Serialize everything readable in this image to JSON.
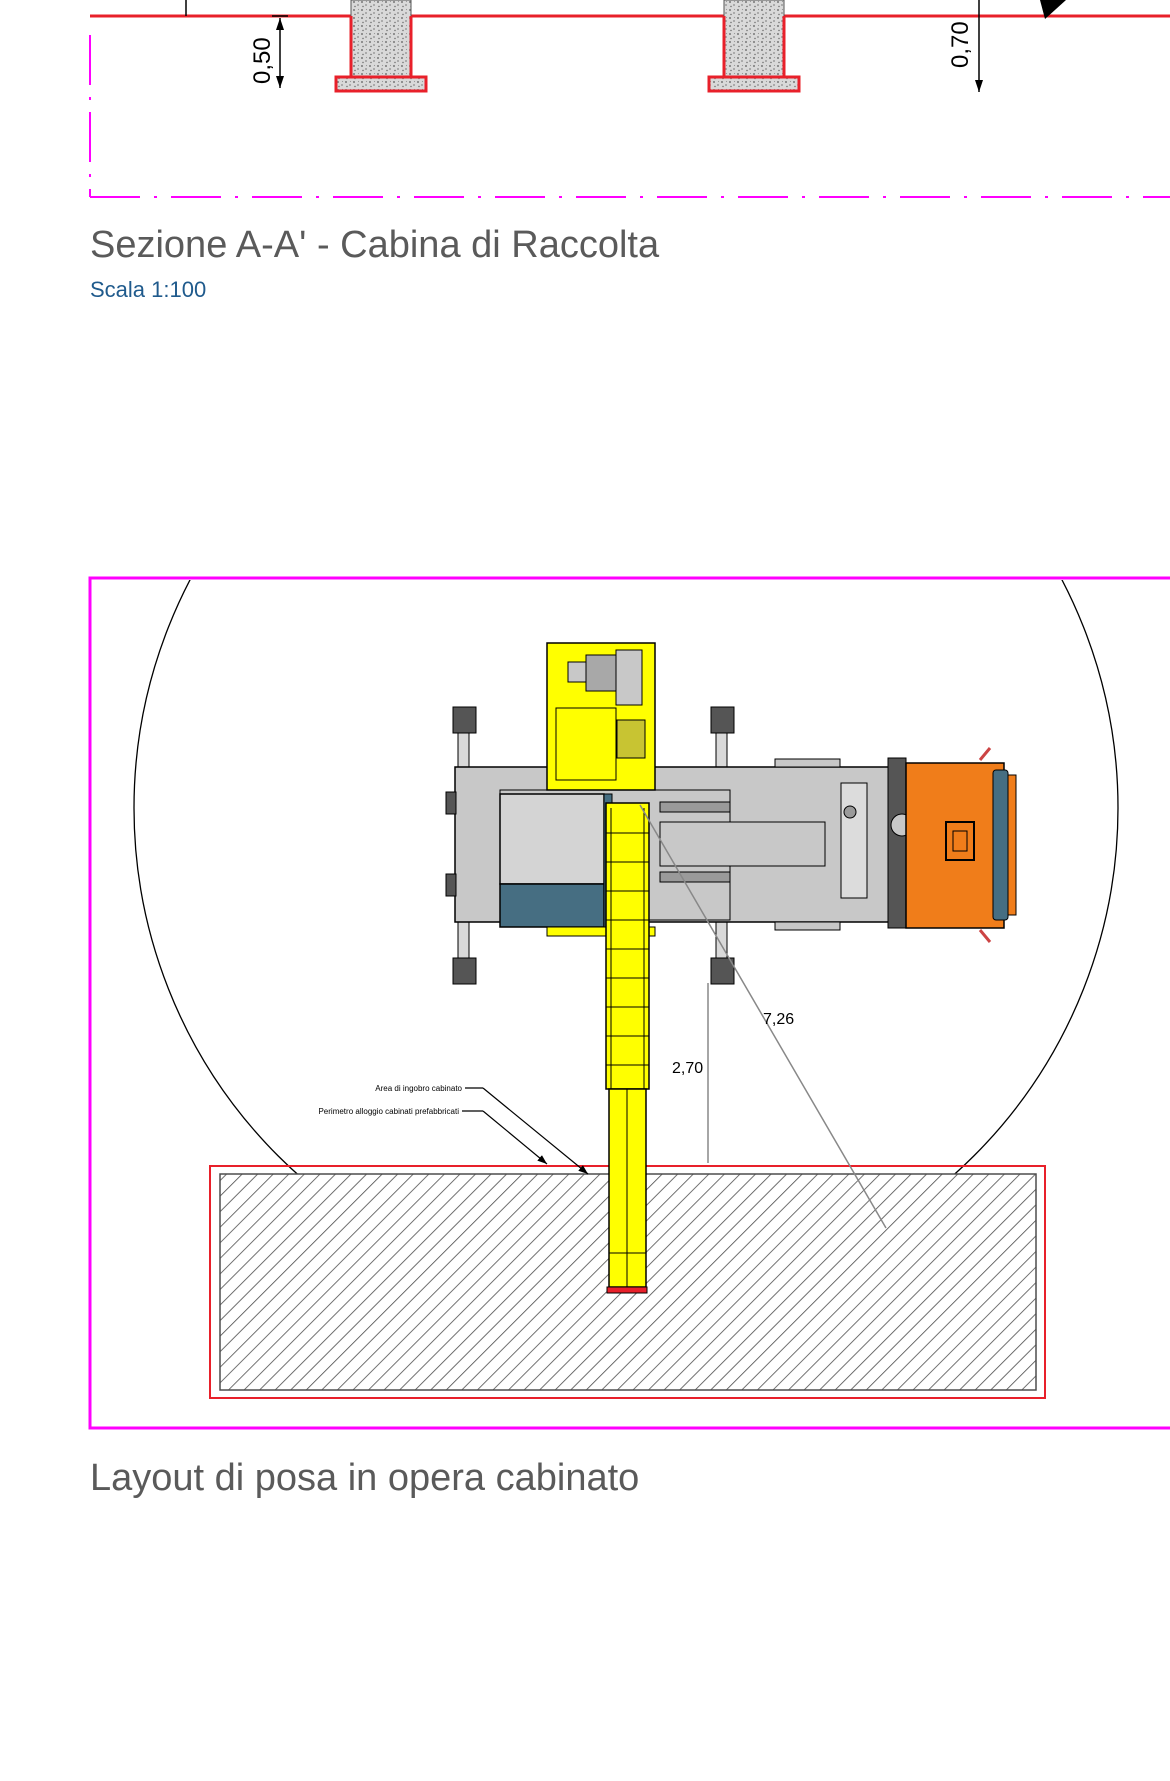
{
  "section": {
    "title": "Sezione A-A' - Cabina di Raccolta",
    "scale": "Scala 1:100",
    "dim_left": "0,50",
    "dim_right": "0,70"
  },
  "layout": {
    "title": "Layout di posa in opera cabinato",
    "dim_vertical": "2,70",
    "dim_radius": "7,26",
    "label_area": "Area di ingobro cabinato",
    "label_perimeter": "Perimetro alloggio cabinati prefabbricati"
  },
  "colors": {
    "section_line": "#e8202a",
    "frame": "#ff00ff",
    "crane_yellow": "#ffff00",
    "cab_orange": "#f07d1a",
    "truck_grey": "#c8c8c8",
    "engine_blue": "#466e82",
    "hatch": "#4d4d4d"
  }
}
